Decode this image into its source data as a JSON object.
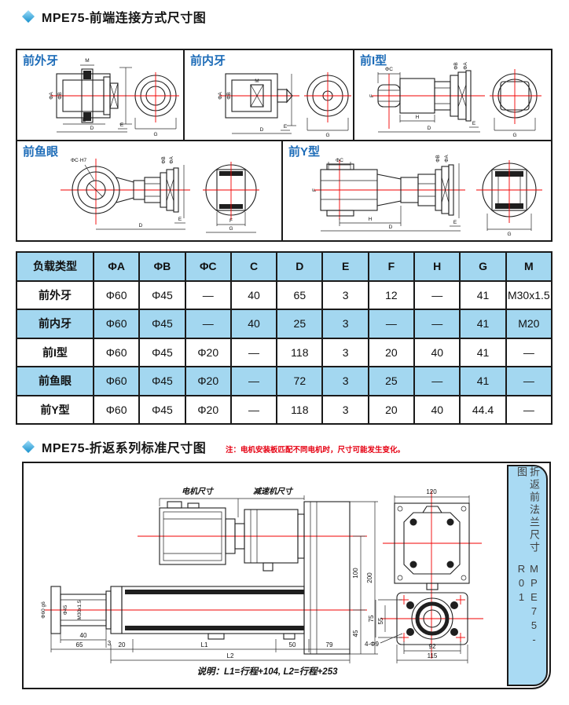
{
  "page": {
    "section1_title": "MPE75-前端连接方式尺寸图",
    "section2_title": "MPE75-折返系列标准尺寸图",
    "section2_note": "注：电机安装板匹配不同电机时，尺寸可能发生变化。"
  },
  "drawings": {
    "cells": [
      {
        "label": "前外牙",
        "dims": [
          "M",
          "ΦA",
          "ΦB",
          "C",
          "E",
          "D",
          "G"
        ]
      },
      {
        "label": "前内牙",
        "dims": [
          "ΦA",
          "ΦB",
          "M",
          "E",
          "D",
          "G"
        ]
      },
      {
        "label": "前I型",
        "dims": [
          "ΦC",
          "F",
          "H",
          "ΦB",
          "ΦA",
          "E",
          "D",
          "G"
        ]
      },
      {
        "label": "前鱼眼",
        "dims": [
          "ΦC·H7",
          "ΦB",
          "ΦA",
          "E",
          "D",
          "F",
          "G"
        ]
      },
      {
        "label": "前Y型",
        "dims": [
          "ΦC",
          "F",
          "H",
          "ΦB",
          "ΦA",
          "E",
          "D",
          "G"
        ]
      }
    ]
  },
  "table": {
    "headers": [
      "负载类型",
      "ΦA",
      "ΦB",
      "ΦC",
      "C",
      "D",
      "E",
      "F",
      "H",
      "G",
      "M"
    ],
    "rows": [
      {
        "cells": [
          "前外牙",
          "Φ60",
          "Φ45",
          "—",
          "40",
          "65",
          "3",
          "12",
          "—",
          "41",
          "M30x1.5"
        ]
      },
      {
        "cells": [
          "前内牙",
          "Φ60",
          "Φ45",
          "—",
          "40",
          "25",
          "3",
          "—",
          "—",
          "41",
          "M20"
        ]
      },
      {
        "cells": [
          "前I型",
          "Φ60",
          "Φ45",
          "Φ20",
          "—",
          "118",
          "3",
          "20",
          "40",
          "41",
          "—"
        ]
      },
      {
        "cells": [
          "前鱼眼",
          "Φ60",
          "Φ45",
          "Φ20",
          "—",
          "72",
          "3",
          "25",
          "—",
          "41",
          "—"
        ]
      },
      {
        "cells": [
          "前Y型",
          "Φ60",
          "Φ45",
          "Φ20",
          "—",
          "118",
          "3",
          "20",
          "40",
          "44.4",
          "—"
        ]
      }
    ]
  },
  "bottom": {
    "labels": {
      "motor_dim": "电机尺寸",
      "reducer_dim": "减速机尺寸",
      "h100": "100",
      "h200": "200",
      "h45": "45",
      "phi60": "Φ60 g6",
      "phi45": "Φ45",
      "thread": "M30x1.5",
      "len40": "40",
      "len3": "3",
      "len65": "65",
      "len20": "20",
      "l1": "L1",
      "len50": "50",
      "len79": "79",
      "l2": "L2",
      "w120": "120",
      "v75": "75",
      "v55": "55",
      "w92": "92",
      "w115": "115",
      "holes": "4-Φ9"
    },
    "note": "说明：L1=行程+104, L2=行程+253",
    "tab_line1": "折返前法兰尺寸图",
    "tab_line2": "MPE75-R01"
  },
  "colors": {
    "accent_blue_light": "#9fddf9",
    "accent_blue_dark": "#1690cc",
    "table_header_bg": "#a3d7f0",
    "tab_bg": "#a9daf3",
    "drawing_label_blue": "#1d6cb8",
    "note_red": "#e60012",
    "centerline_red": "#f20000"
  }
}
